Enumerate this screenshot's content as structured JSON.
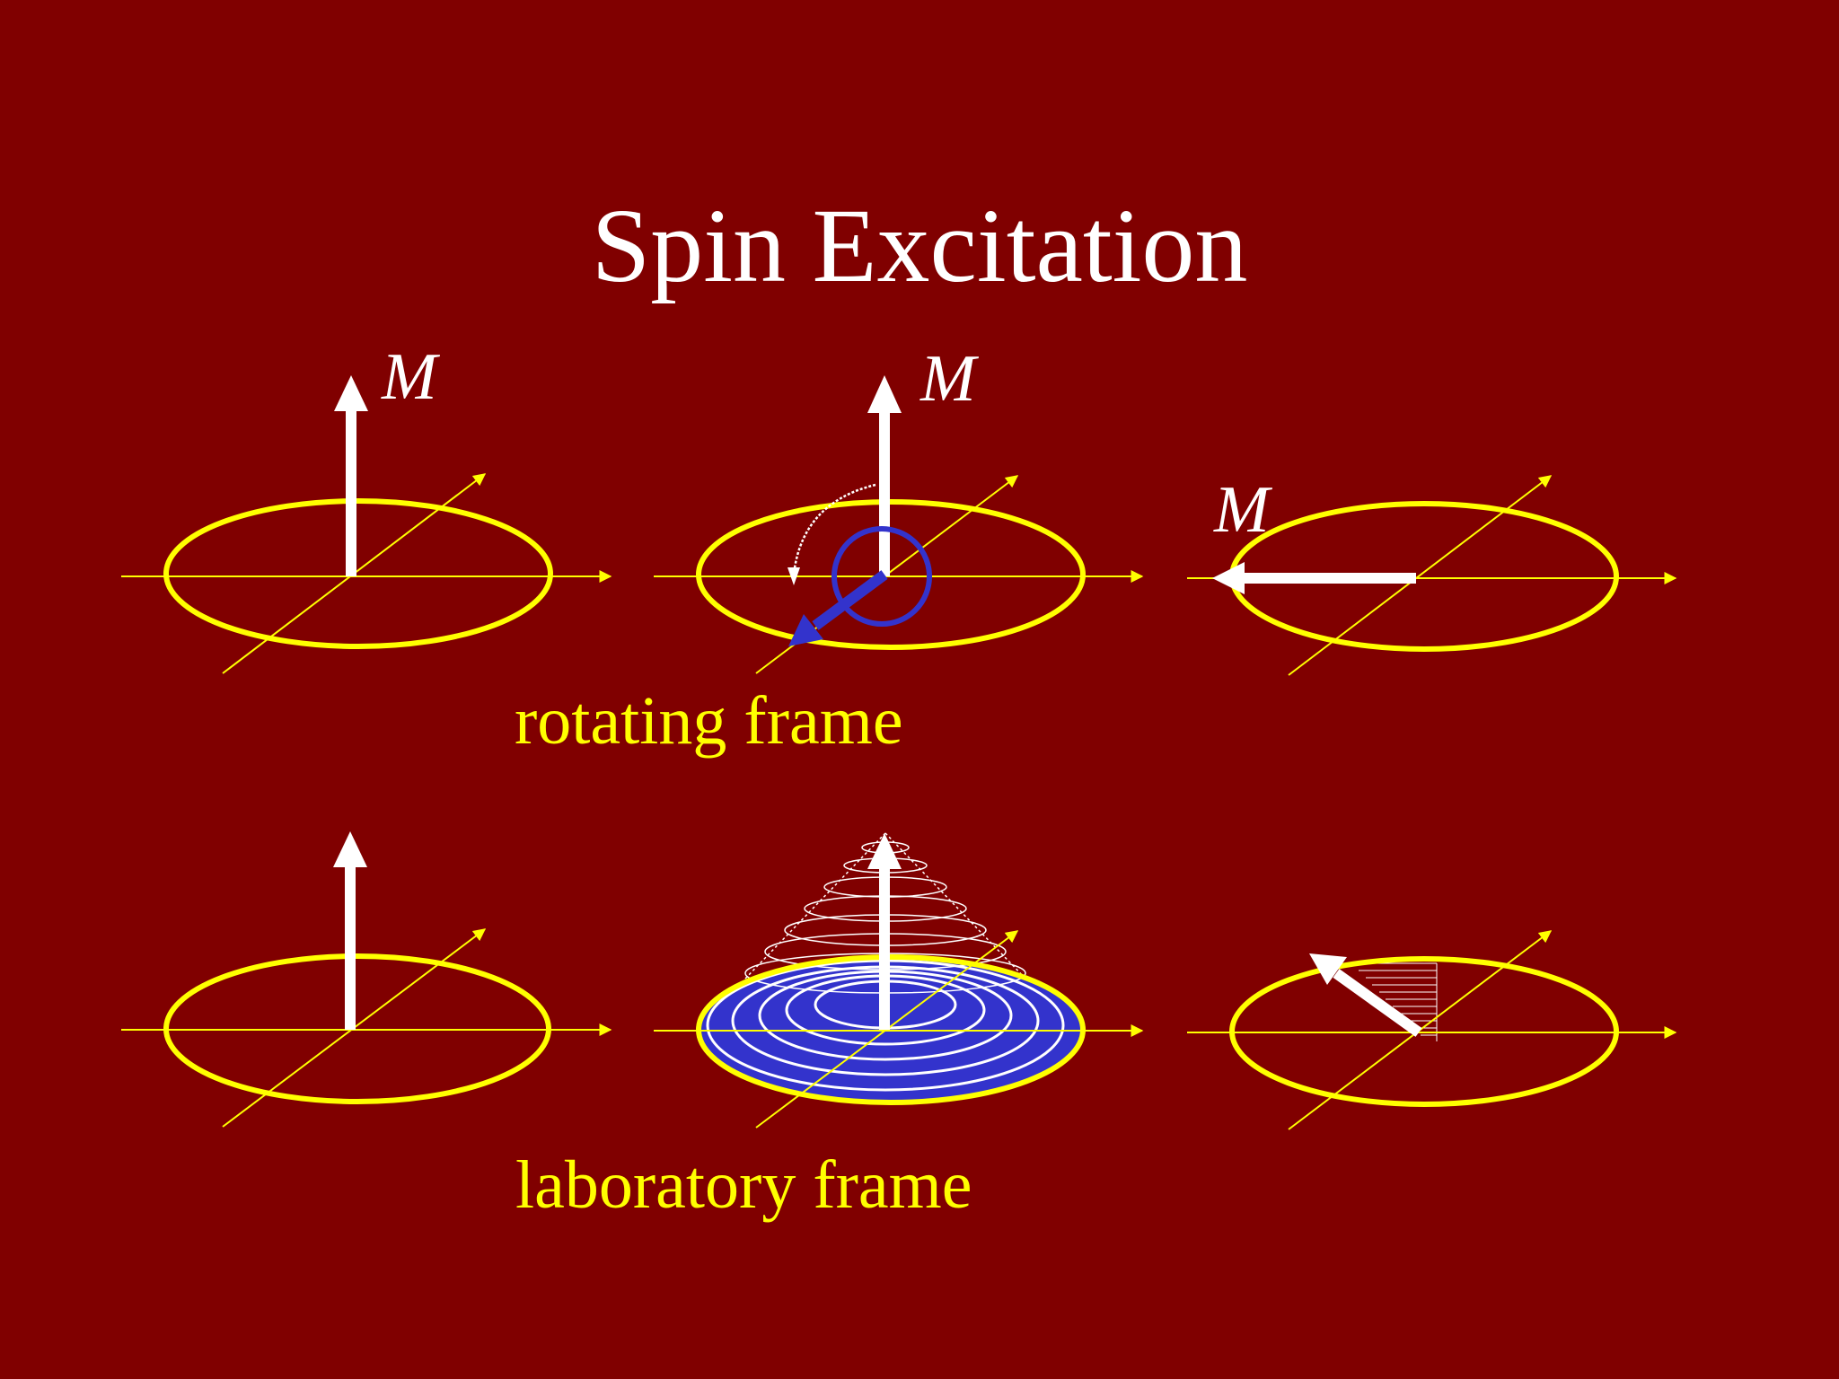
{
  "title": "Spin Excitation",
  "rows": {
    "rotating": {
      "caption": "rotating frame"
    },
    "laboratory": {
      "caption": "laboratory frame"
    }
  },
  "magnetization_label": "M",
  "colors": {
    "background": "#800000",
    "axis": "#ffff00",
    "ellipse": "#ffff00",
    "arrow": "#ffffff",
    "b1_field": "#3333cc",
    "caption": "#ffff00",
    "title": "#ffffff"
  },
  "icons": {
    "magnetization": "white-arrow",
    "rf_field": "blue-circle-with-arrow",
    "nutation": "spiral-cone"
  }
}
